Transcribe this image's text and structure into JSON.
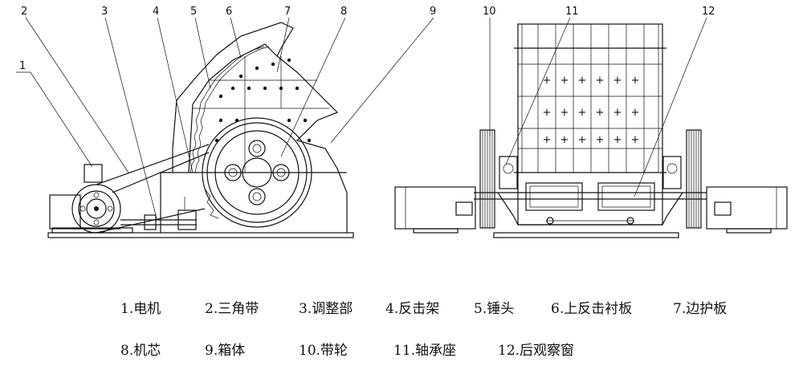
{
  "callouts": [
    "1",
    "2",
    "3",
    "4",
    "5",
    "6",
    "7",
    "8",
    "9",
    "10",
    "11",
    "12"
  ],
  "legend": {
    "row1": [
      "1.电机",
      "2.三角带",
      "3.调整部",
      "4.反击架",
      "5.锤头",
      "6.上反击衬板",
      "7.边护板"
    ],
    "row2": [
      "8.机芯",
      "9.箱体",
      "10.带轮",
      "11.轴承座",
      "12.后观察窗"
    ]
  }
}
